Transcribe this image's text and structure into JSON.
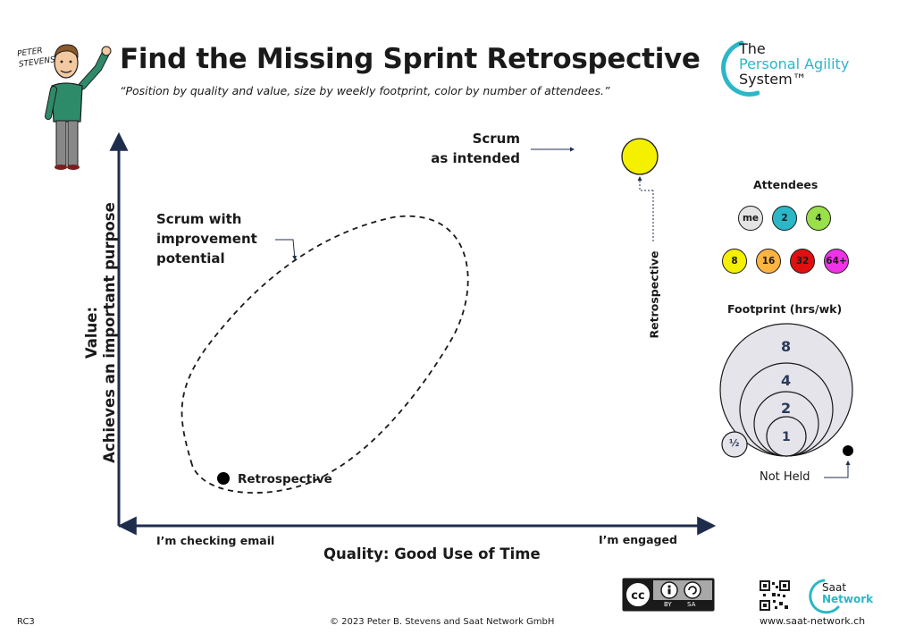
{
  "header": {
    "title": "Find the Missing Sprint Retrospective",
    "subtitle": "“Position by quality and value, size by weekly footprint, color by number of attendees.”",
    "author_tag_line1": "PETER",
    "author_tag_line2": "STEVENS"
  },
  "logo": {
    "line1": "The",
    "line2": "Personal Agility",
    "line3": "System™",
    "accent_color": "#2bb7c7"
  },
  "axes": {
    "y_label_line1": "Value:",
    "y_label_line2": "Achieves an important purpose",
    "x_label": "Quality: Good Use of Time",
    "x_left": "I’m checking email",
    "x_right": "I’m engaged"
  },
  "annotations": {
    "scrum_intended_line1": "Scrum",
    "scrum_intended_line2": "as intended",
    "scrum_improve_line1": "Scrum with",
    "scrum_improve_line2": "improvement",
    "scrum_improve_line3": "potential",
    "retrospective_point": "Retrospective",
    "retrospective_vertical": "Retrospective"
  },
  "legend": {
    "attendees_title": "Attendees",
    "attendees": [
      {
        "label": "me",
        "color": "#e4e4e4"
      },
      {
        "label": "2",
        "color": "#2bb7c7"
      },
      {
        "label": "4",
        "color": "#9ae04a"
      },
      {
        "label": "8",
        "color": "#f4f000"
      },
      {
        "label": "16",
        "color": "#ffb340"
      },
      {
        "label": "32",
        "color": "#e01010"
      },
      {
        "label": "64+",
        "color": "#ee34e6"
      }
    ],
    "footprint_title": "Footprint (hrs/wk)",
    "footprint": [
      "8",
      "4",
      "2",
      "1",
      "½"
    ],
    "not_held": "Not Held"
  },
  "points": {
    "scrum_intended_color": "#f4f000",
    "retrospective_color": "#000000"
  },
  "footer": {
    "code": "RC3",
    "copyright": "© 2023 Peter B. Stevens and Saat Network GmbH",
    "website": "www.saat-network.ch",
    "saat_line1": "Saat",
    "saat_line2": "Network",
    "cc_by": "BY",
    "cc_sa": "SA"
  }
}
